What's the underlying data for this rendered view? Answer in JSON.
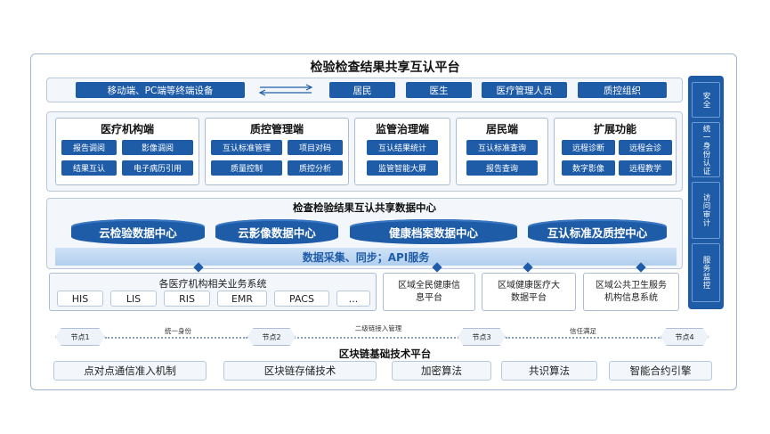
{
  "title": "检验检查结果共享互认平台",
  "access": {
    "terminal": "移动端、PC端等终端设备",
    "roles": [
      "居民",
      "医生",
      "医疗管理人员",
      "质控组织"
    ]
  },
  "apps": [
    {
      "title": "医疗机构端",
      "items": [
        "报告调阅",
        "影像调阅",
        "结果互认",
        "电子病历引用"
      ]
    },
    {
      "title": "质控管理端",
      "items": [
        "互认标准管理",
        "项目对码",
        "质量控制",
        "质控分析"
      ]
    },
    {
      "title": "监管治理端",
      "items": [
        "互认结果统计",
        "监管智能大屏"
      ]
    },
    {
      "title": "居民端",
      "items": [
        "互认标准查询",
        "报告查询"
      ]
    },
    {
      "title": "扩展功能",
      "items": [
        "远程诊断",
        "远程会诊",
        "数字影像",
        "远程教学"
      ]
    }
  ],
  "datacenter": {
    "title": "检查检验结果互认共享数据中心",
    "centers": [
      "云检验数据中心",
      "云影像数据中心",
      "健康档案数据中心",
      "互认标准及质控中心"
    ],
    "sync": "数据采集、同步；API服务"
  },
  "systems": {
    "group_title": "各医疗机构相关业务系统",
    "list": [
      "HIS",
      "LIS",
      "RIS",
      "EMR",
      "PACS",
      "..."
    ],
    "platforms": [
      "区域全民健康信息平台",
      "区域健康医疗大数据平台",
      "区域公共卫生服务机构信息系统"
    ]
  },
  "sidebar": [
    "安全",
    "统一身份认证",
    "访问审计",
    "服务监控"
  ],
  "chain": {
    "nodes": [
      "节点1",
      "节点2",
      "节点3",
      "节点4"
    ],
    "labels": [
      "统一身份",
      "二级链接入管理",
      "信任满足"
    ]
  },
  "blockchain": {
    "title": "区块链基础技术平台",
    "items": [
      "点对点通信准入机制",
      "区块链存储技术",
      "加密算法",
      "共识算法",
      "智能合约引擎"
    ]
  },
  "colors": {
    "primary": "#1f5ca8",
    "panel": "#f3f6fa",
    "border": "#b8c8dd"
  }
}
